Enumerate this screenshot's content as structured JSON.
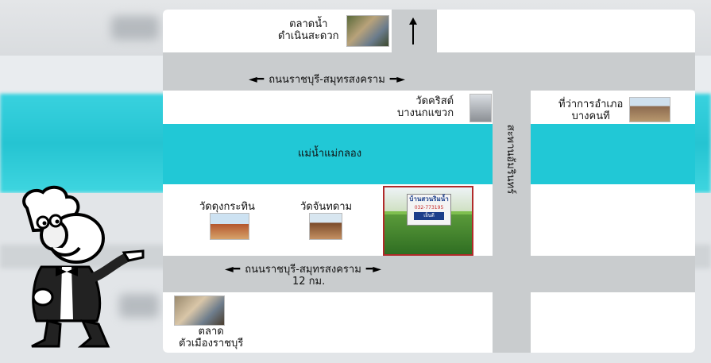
{
  "map": {
    "top_market": {
      "line1": "ตลาดน้ำ",
      "line2": "ดำเนินสะดวก"
    },
    "road_top": "ถนนราชบุรี-สมุทรสงคราม",
    "church": {
      "line1": "วัดคริสต์",
      "line2": "บางนกแขวก"
    },
    "district_office": {
      "line1": "ที่ว่าการอำเภอ",
      "line2": "บางคนที"
    },
    "river": "แม่น้ำแม่กลอง",
    "bridge": "สะพานอัมรินทร์",
    "temple_1": "วัดดุงกระทิน",
    "temple_2": "วัดจันทดาม",
    "road_bottom": "ถนนราชบุรี-สมุทรสงคราม",
    "distance": "12 กม.",
    "bottom_market": {
      "line1": "ตลาด",
      "line2": "ตัวเมืองราชบุรี"
    },
    "sign": {
      "name": "บ้านสวนริมน้ำ",
      "phone": "032-773195",
      "tag": "เย็นดี"
    }
  },
  "colors": {
    "river": "#21c8d6",
    "road": "#c9ccce",
    "block": "#ffffff",
    "frame": "#b12a2a"
  },
  "icons": [
    "north-arrow-icon",
    "left-right-arrow-icon",
    "mascot-chef-pointing"
  ]
}
